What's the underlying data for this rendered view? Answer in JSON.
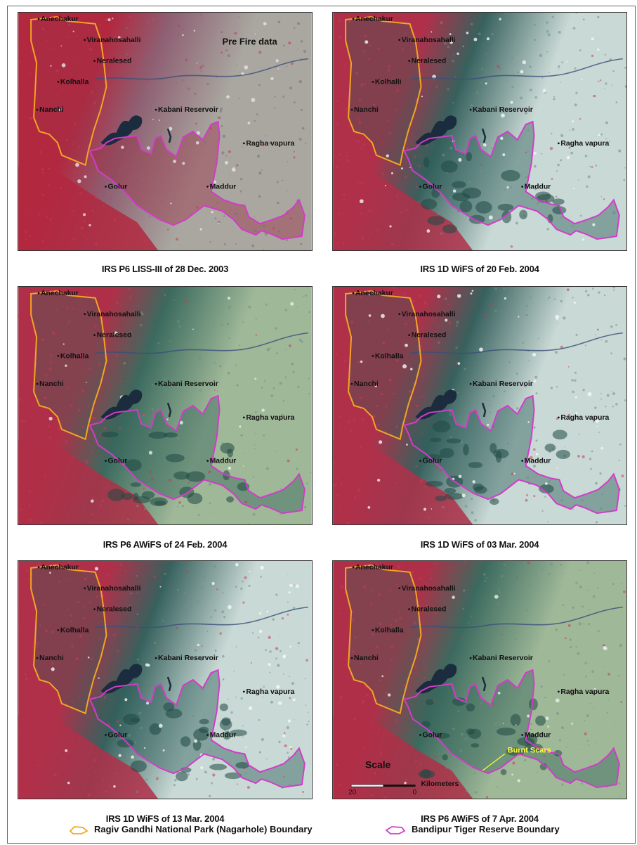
{
  "colors": {
    "nagarhole_boundary": "#f2a623",
    "bandipur_boundary": "#d23cc8",
    "burnt_scar_label": "#ffff33"
  },
  "panels": [
    {
      "id": "p1",
      "caption": "IRS P6 LISS-III of 28 Dec. 2003",
      "title_overlay": "Pre Fire data",
      "tone": "red",
      "labels": [
        "Anechakur",
        "Viranahosahalli",
        "Neralesed",
        "Kolhalla",
        "Nanchi",
        "Kabani Reservoir",
        "Ragha vapura",
        "Golur",
        "Maddur"
      ]
    },
    {
      "id": "p2",
      "caption": "IRS 1D WiFS of 20 Feb. 2004",
      "tone": "pale",
      "labels": [
        "Anechakur",
        "Viranahosahalli",
        "Neralesed",
        "Kolhalli",
        "Nanchi",
        "Kabani Reservoir",
        "Ragha vapura",
        "Golur",
        "Maddur"
      ]
    },
    {
      "id": "p3",
      "caption": "IRS P6 AWiFS of 24 Feb. 2004",
      "tone": "green",
      "labels": [
        "Anechakur",
        "Viranahosahalli",
        "Neralesed",
        "Kolhalla",
        "Nanchi",
        "Kabani Reservoir",
        "Ragha vapura",
        "Golur",
        "Maddur"
      ]
    },
    {
      "id": "p4",
      "caption": "IRS 1D WiFS of 03 Mar. 2004",
      "tone": "pale",
      "labels": [
        "Anechakur",
        "Viranahosahalli",
        "Neralesed",
        "Kolhalla",
        "Nanchi",
        "Kabani Reservoir",
        "Ragha vapura",
        "Golur",
        "Maddur"
      ]
    },
    {
      "id": "p5",
      "caption": "IRS 1D WiFS of 13 Mar. 2004",
      "tone": "pale",
      "labels": [
        "Anechakur",
        "Viranahosahalli",
        "Neralesed",
        "Kolhalla",
        "Nanchi",
        "Kabani Reservoir",
        "Ragha vapura",
        "Golur",
        "Maddur"
      ]
    },
    {
      "id": "p6",
      "caption": "IRS P6 AWiFS of 7 Apr. 2004",
      "tone": "green",
      "labels": [
        "Anechakur",
        "Viranahosahalli",
        "Neralesed",
        "Kolhalla",
        "Nanchi",
        "Kabani Reservoir",
        "Ragha vapura",
        "Golur",
        "Maddur"
      ],
      "annotation": "Burnt Scars",
      "scale": {
        "title": "Scale",
        "unit": "Kilometers",
        "left_value": "20",
        "right_value": "0"
      }
    }
  ],
  "legend": {
    "nagarhole": "Ragiv Gandhi National Park (Nagarhole) Boundary",
    "bandipur": "Bandipur Tiger Reserve Boundary"
  }
}
